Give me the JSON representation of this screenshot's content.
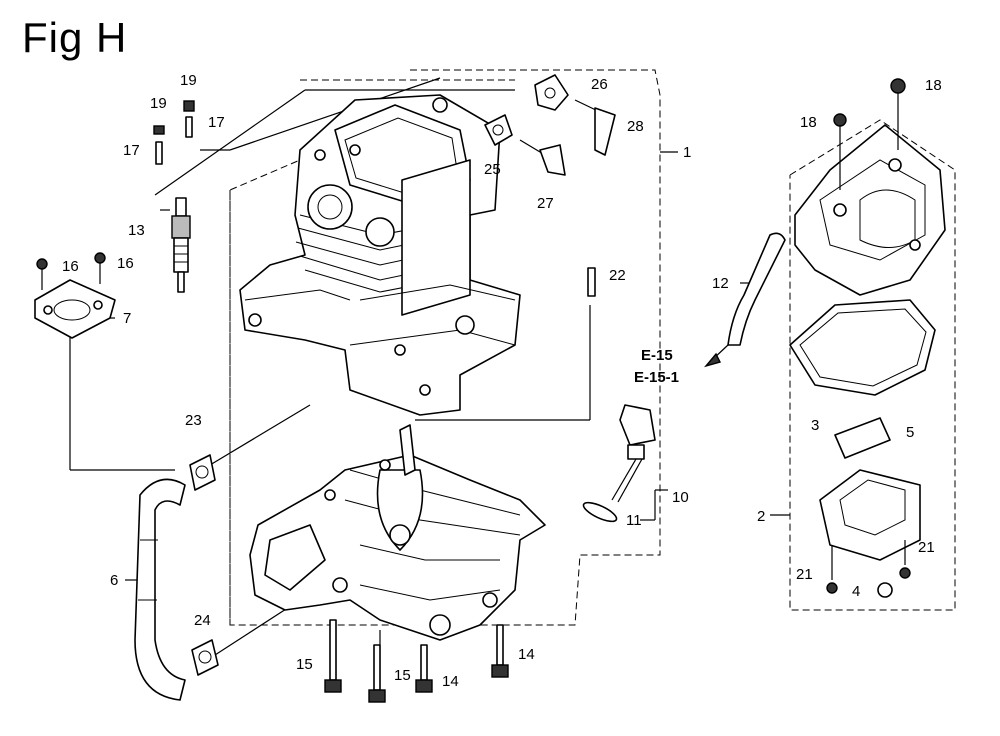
{
  "figure": {
    "title": "Fig H"
  },
  "references": {
    "ref_a": "E-15",
    "ref_b": "E-15-1"
  },
  "callouts": {
    "c1": "1",
    "c2": "2",
    "c3": "3",
    "c4": "4",
    "c5": "5",
    "c6": "6",
    "c7": "7",
    "c10": "10",
    "c11": "11",
    "c12": "12",
    "c13": "13",
    "c14a": "14",
    "c14b": "14",
    "c15a": "15",
    "c15b": "15",
    "c16a": "16",
    "c16b": "16",
    "c17a": "17",
    "c17b": "17",
    "c18a": "18",
    "c18b": "18",
    "c19a": "19",
    "c19b": "19",
    "c21a": "21",
    "c21b": "21",
    "c22": "22",
    "c23": "23",
    "c24": "24",
    "c25": "25",
    "c26": "26",
    "c27": "27",
    "c28": "28"
  }
}
